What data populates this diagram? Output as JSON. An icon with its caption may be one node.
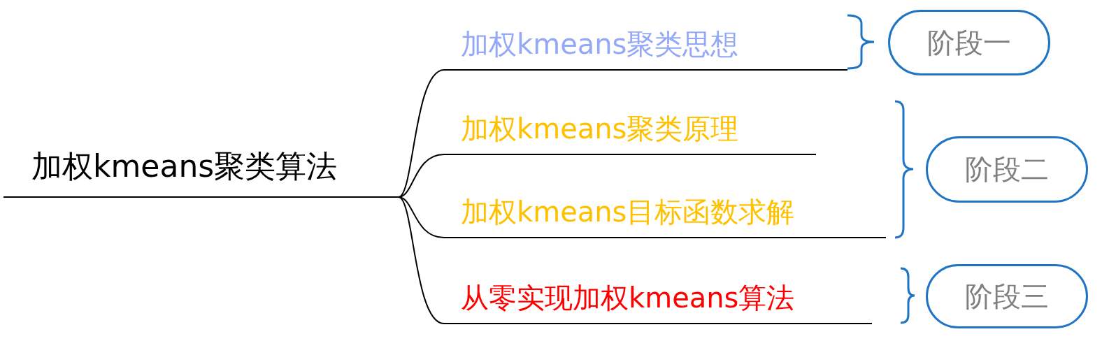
{
  "diagram": {
    "nodes": [
      {
        "text": [
          "加权kmeans聚类算法"
        ]
      },
      {
        "text": [
          "加权kmeans聚类思想"
        ]
      },
      {
        "text": [
          "加权kmeans聚类原理"
        ]
      },
      {
        "text": [
          "加权kmeans目标函数求解"
        ]
      },
      {
        "text": [
          "从零实现加权kmeans算法"
        ]
      },
      {
        "text": [
          "阶段一"
        ]
      },
      {
        "text": [
          "阶段二"
        ]
      },
      {
        "text": [
          "阶段三"
        ]
      }
    ],
    "edges": [
      {
        "from": 0,
        "to": 1,
        "arrow": "none"
      },
      {
        "from": 0,
        "to": 2,
        "arrow": "none"
      },
      {
        "from": 0,
        "to": 3,
        "arrow": "none"
      },
      {
        "from": 0,
        "to": 4,
        "arrow": "none"
      }
    ]
  }
}
